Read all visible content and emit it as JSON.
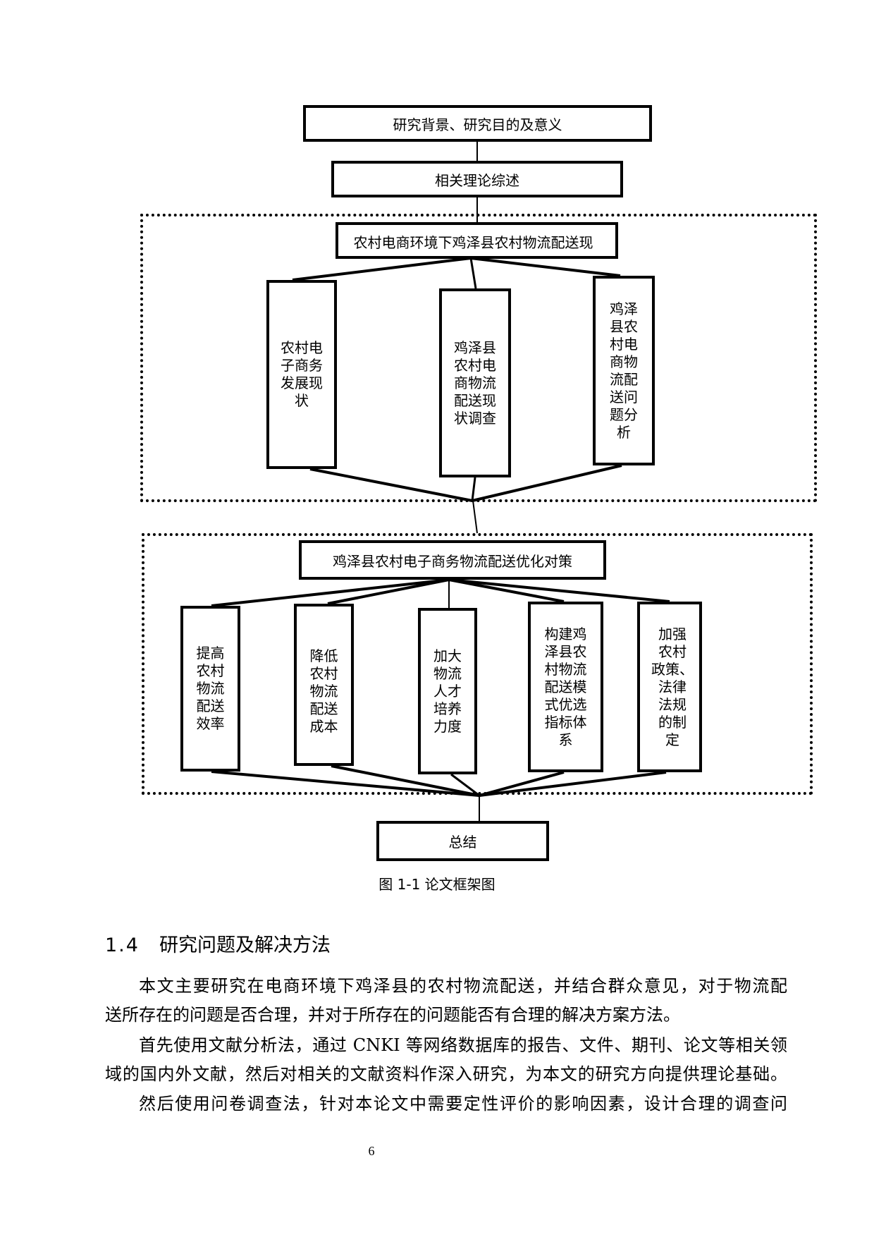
{
  "diagram": {
    "top_box": "研究背景、研究目的及意义",
    "theory_box": "相关理论综述",
    "analysis_box": "农村电商环境下鸡泽县农村物流配送现状分析",
    "analysis_items": [
      [
        "农村电",
        "子商务",
        "发展现",
        "状"
      ],
      [
        "鸡泽县",
        "农村电",
        "商物流",
        "配送现",
        "状调查"
      ],
      [
        "鸡泽",
        "县农",
        "村电",
        "商物",
        "流配",
        "送问",
        "题分",
        "析"
      ]
    ],
    "strategy_box": "鸡泽县农村电子商务物流配送优化对策",
    "strategy_items": [
      [
        "提高",
        "农村",
        "物流",
        "配送",
        "效率"
      ],
      [
        "降低",
        "农村",
        "物流",
        "配送",
        "成本"
      ],
      [
        "加大",
        "物流",
        "人才",
        "培养",
        "力度"
      ],
      [
        "构建鸡",
        "泽县农",
        "村物流",
        "配送模",
        "式优选",
        "指标体",
        "系"
      ],
      [
        "加强",
        "农村",
        "政策、",
        "法律",
        "法规",
        "的制",
        "定"
      ]
    ],
    "summary_box": "总结"
  },
  "caption": "图 1-1  论文框架图",
  "section": {
    "number": "1.4",
    "title": "研究问题及解决方法"
  },
  "paragraphs": [
    [
      "本文主要研究在电商环境下鸡泽县的农村物流配送，并结合群众意见，对于物流配",
      "送所存在的问题是否合理，并对于所存在的问题能否有合理的解决方案方法。"
    ],
    [
      "首先使用文献分析法，通过 CNKI 等网络数据库的报告、文件、期刊、论文等相关领",
      "域的国内外文献，然后对相关的文献资料作深入研究，为本文的研究方向提供理论基础。"
    ],
    [
      "然后使用问卷调查法，针对本论文中需要定性评价的影响因素，设计合理的调查问"
    ]
  ],
  "page_number": "6"
}
